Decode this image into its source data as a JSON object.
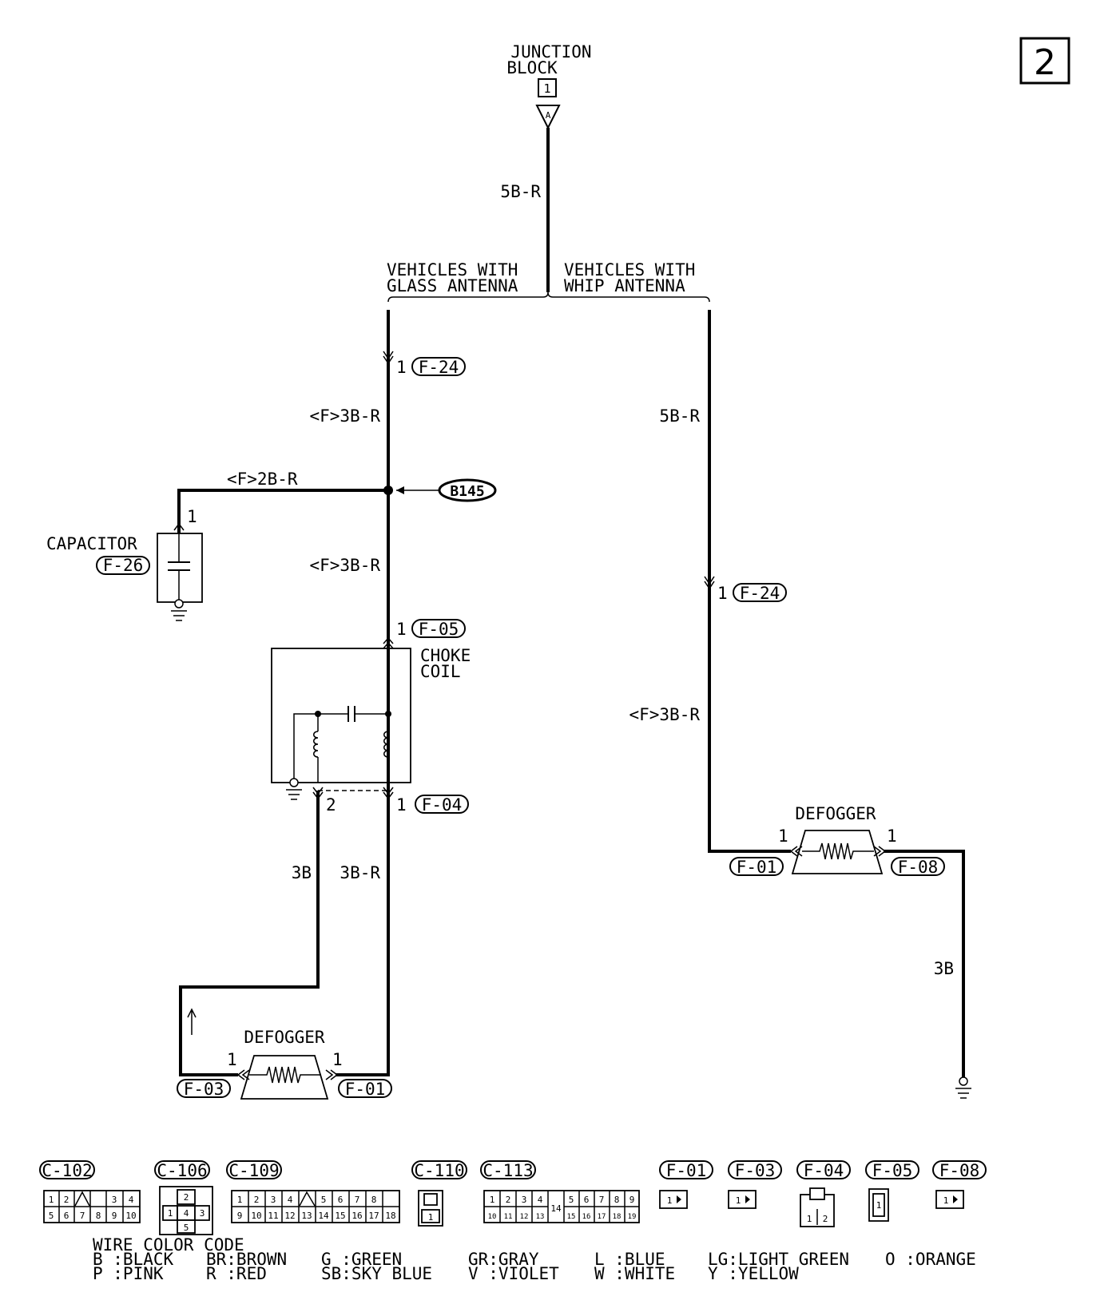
{
  "page_number": "2",
  "junction_block": {
    "title": "JUNCTION",
    "title2": "BLOCK",
    "num": "1",
    "pin": "A"
  },
  "wires": {
    "top": "5B-R",
    "glass_upper": "<F>3B-R",
    "cap_branch": "<F>2B-R",
    "glass_lower": "<F>3B-R",
    "whip_upper": "5B-R",
    "whip_lower": "<F>3B-R",
    "left_ground": "3B",
    "left_signal": "3B-R",
    "right_ground": "3B"
  },
  "branch_labels": {
    "glass": "VEHICLES WITH",
    "glass2": "GLASS ANTENNA",
    "whip": "VEHICLES WITH",
    "whip2": "WHIP ANTENNA"
  },
  "splice": "B145",
  "components": {
    "capacitor": "CAPACITOR",
    "choke": "CHOKE",
    "choke2": "COIL",
    "defogger_left": "DEFOGGER",
    "defogger_right": "DEFOGGER"
  },
  "connectors": {
    "f24_glass": "F-24",
    "f26": "F-26",
    "f05": "F-05",
    "f04": "F-04",
    "f03_left": "F-03",
    "f01_left": "F-01",
    "f24_whip": "F-24",
    "f01_right": "F-01",
    "f08": "F-08"
  },
  "pins": {
    "f24_glass": "1",
    "cap": "1",
    "f05": "1",
    "f04_2": "2",
    "f04_1": "1",
    "defl_left": "1",
    "defl_right": "1",
    "f24_whip": "1",
    "defr_left": "1",
    "defr_right": "1"
  },
  "legend_connectors": {
    "c102": "C-102",
    "c106": "C-106",
    "c109": "C-109",
    "c110": "C-110",
    "c113": "C-113",
    "f01": "F-01",
    "f03": "F-03",
    "f04": "F-04",
    "f05": "F-05",
    "f08": "F-08"
  },
  "connector_pins": {
    "c102_row1": [
      "1",
      "2",
      "",
      "3",
      "4"
    ],
    "c102_row2": [
      "5",
      "6",
      "7",
      "8",
      "9",
      "10"
    ],
    "c106": [
      "2",
      "1",
      "4",
      "3",
      "5"
    ],
    "c109_row1": [
      "1",
      "2",
      "3",
      "4",
      "",
      "5",
      "6",
      "7",
      "8"
    ],
    "c109_row2": [
      "9",
      "10",
      "11",
      "12",
      "13",
      "14",
      "15",
      "16",
      "17",
      "18"
    ],
    "c110": "1",
    "c113_row1": [
      "1",
      "2",
      "3",
      "4",
      "5",
      "6",
      "7",
      "8",
      "9"
    ],
    "c113_mid": "14",
    "c113_row2": [
      "10",
      "11",
      "12",
      "13",
      "15",
      "16",
      "17",
      "18",
      "19"
    ],
    "f01": "1",
    "f03": "1",
    "f04": [
      "1",
      "2"
    ],
    "f05": "1",
    "f08": "1"
  },
  "wire_color_code": {
    "title": "WIRE COLOR CODE",
    "row1": [
      "B :BLACK",
      "BR:BROWN",
      "G :GREEN",
      "GR:GRAY",
      "L :BLUE",
      "LG:LIGHT GREEN",
      "O :ORANGE"
    ],
    "row2": [
      "P :PINK",
      "R :RED",
      "SB:SKY BLUE",
      "V :VIOLET",
      "W :WHITE",
      "Y :YELLOW"
    ]
  }
}
